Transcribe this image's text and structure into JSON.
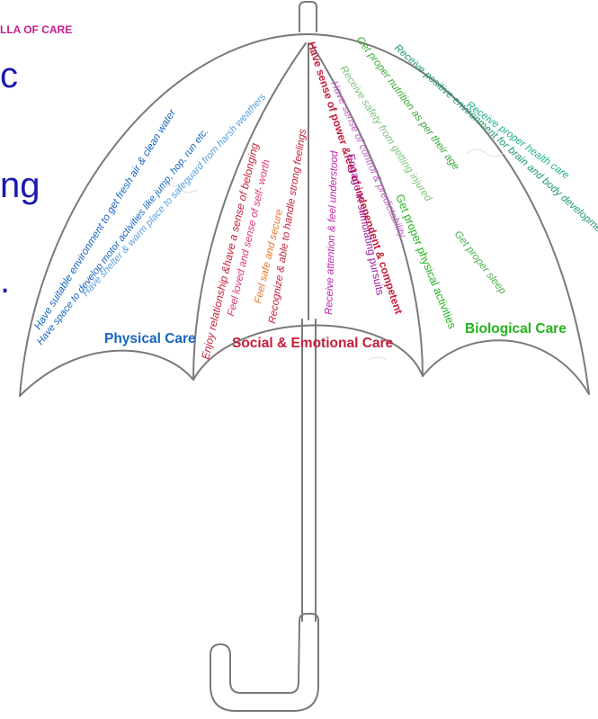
{
  "title": "LLA OF CARE",
  "background_fragments": [
    "c",
    "ng",
    "."
  ],
  "categories": {
    "physical": "Physical Care",
    "social": "Social  & Emotional Care",
    "biological": "Biological Care"
  },
  "physical_items": [
    "Have suitable environment to get fresh air & clean water",
    "Have space to develop motor activities like jump, hop, run etc.",
    "Have shelter & warm place to safeguard from harsh weathers"
  ],
  "social_items": [
    "Enjoy relationship &have a sense of belonging",
    "Feel loved and sense of self- worth",
    "Feel safe and secure",
    "Recognize & able to handle strong feelings",
    "Have sense of power &feel of independent & competent",
    "Receive attention & feel understood",
    "Engage in stimulating pursuits",
    "Have sense of control & predictability"
  ],
  "biological_items": [
    "Receive safety from getting injured",
    "Get proper physical activities",
    "Get proper nutrition as per their age",
    "Get proper sleep",
    "Receive positive environment for brain and body development",
    "Receive proper health care"
  ],
  "colors": {
    "title": "#c4208c",
    "slide_text": "#1a1ab0",
    "physical": "#1565c0",
    "social": "#c41e3a",
    "biological": "#22b41e",
    "outline": "#7a7a7a"
  }
}
